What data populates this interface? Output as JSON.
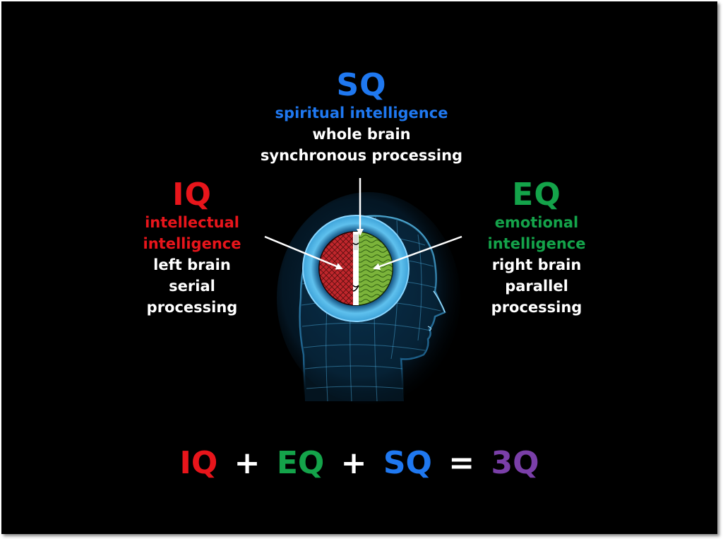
{
  "sq": {
    "title": "SQ",
    "subtitle": "spiritual intelligence",
    "line1": "whole brain",
    "line2": "synchronous processing"
  },
  "iq": {
    "title": "IQ",
    "subtitle1": "intellectual",
    "subtitle2": "intelligence",
    "line1": "left brain",
    "line2": "serial",
    "line3": "processing"
  },
  "eq": {
    "title": "EQ",
    "subtitle1": "emotional",
    "subtitle2": "intelligence",
    "line1": "right brain",
    "line2": "parallel",
    "line3": "processing"
  },
  "equation": {
    "t1": "IQ",
    "op1": "+",
    "t2": "EQ",
    "op2": "+",
    "t3": "SQ",
    "op3": "=",
    "t4": "3Q"
  },
  "colors": {
    "sq": "#1f78f0",
    "iq": "#e8151b",
    "eq": "#14a34a",
    "result": "#7a3fa8",
    "head_wire": "#4fb6e8",
    "left_hemisphere": "#c0262c",
    "right_hemisphere": "#7bb33a"
  },
  "icons": {
    "head": "wireframe-head-profile-icon",
    "brain": "brain-hemispheres-icon"
  }
}
